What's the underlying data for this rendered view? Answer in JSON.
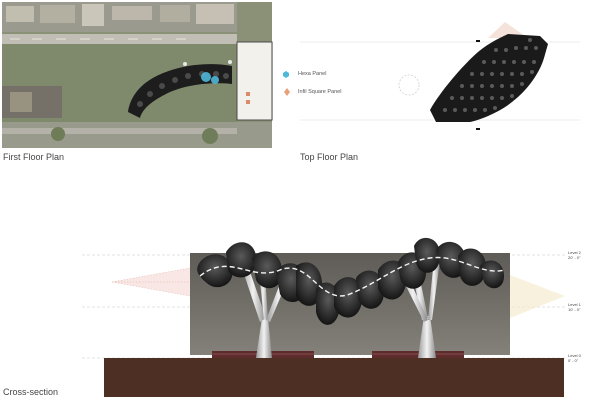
{
  "captions": {
    "first_floor": "First Floor Plan",
    "top_floor": "Top Floor Plan",
    "section": "Cross-section"
  },
  "legend": {
    "items": [
      {
        "label": "Hexa Panel",
        "color": "#4fb8d8",
        "icon": "hexa-panel-icon"
      },
      {
        "label": "Infil Square Panel",
        "color": "#e8a07a",
        "icon": "square-panel-icon"
      }
    ]
  },
  "levels": [
    {
      "name": "Level 2",
      "elev": "20' - 0\""
    },
    {
      "name": "Level 1",
      "elev": "10' - 0\""
    },
    {
      "name": "Level 0",
      "elev": "0' - 0\""
    }
  ],
  "colors": {
    "ground": "#4e2f24",
    "wall": "#77746e",
    "site": "#6f7560",
    "shell": "#2b2b2b"
  }
}
